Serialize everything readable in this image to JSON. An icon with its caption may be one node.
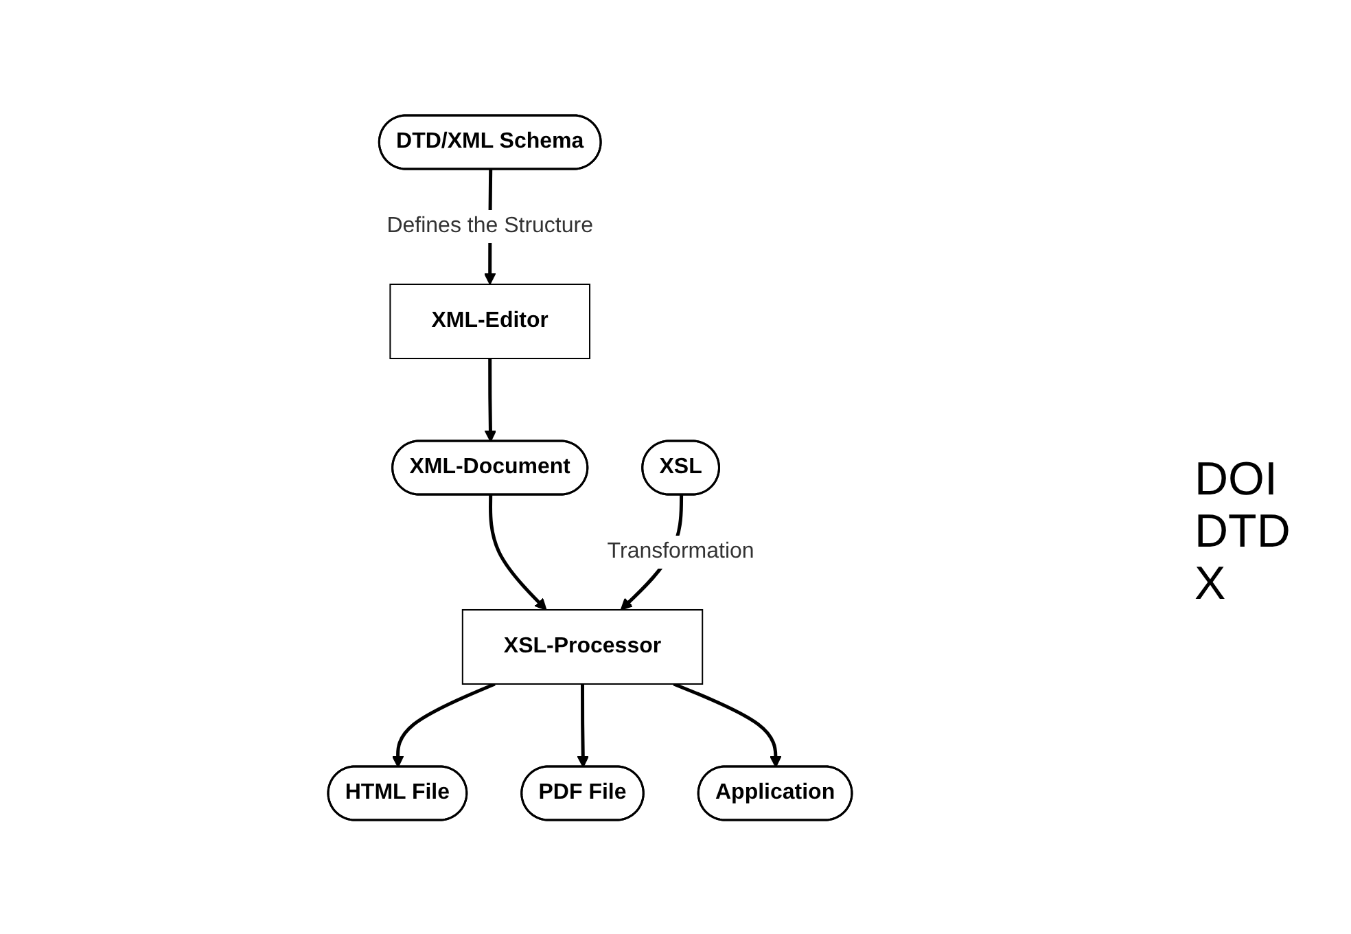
{
  "diagram": {
    "nodes": [
      {
        "text": [
          "DTD/XML Schema"
        ]
      },
      {
        "text": [
          "XML-Editor"
        ]
      },
      {
        "text": [
          "XML-Document"
        ]
      },
      {
        "text": [
          "XSL"
        ]
      },
      {
        "text": [
          "XSL-Processor"
        ]
      },
      {
        "text": [
          "HTML File"
        ]
      },
      {
        "text": [
          "PDF File"
        ]
      },
      {
        "text": [
          "Application"
        ]
      }
    ],
    "edges": [
      {
        "from": 0,
        "to": 1,
        "arrow": "to",
        "label": "Defines the Structure"
      },
      {
        "from": 1,
        "to": 2,
        "arrow": "to"
      },
      {
        "from": 2,
        "to": 4,
        "arrow": "to"
      },
      {
        "from": 3,
        "to": 4,
        "arrow": "to",
        "label": "Transformation"
      },
      {
        "from": 4,
        "to": 5,
        "arrow": "to"
      },
      {
        "from": 4,
        "to": 6,
        "arrow": "to"
      },
      {
        "from": 4,
        "to": 7,
        "arrow": "to"
      }
    ],
    "labels": [
      "DOI",
      "DTD",
      "X"
    ]
  }
}
